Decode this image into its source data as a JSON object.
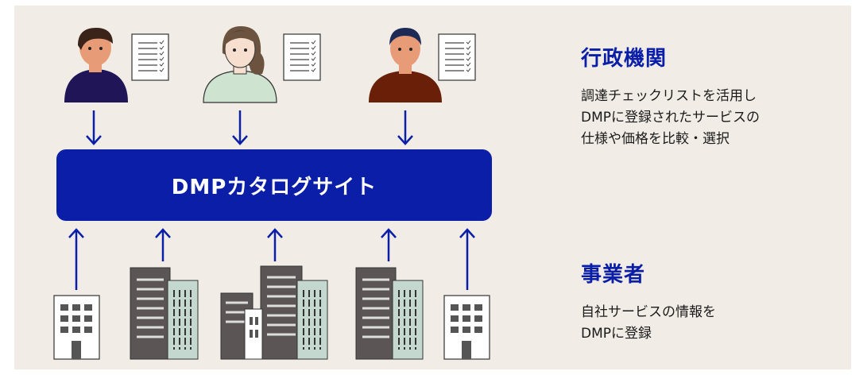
{
  "catalog": {
    "label": "DMPカタログサイト"
  },
  "government": {
    "title": "行政機関",
    "desc_lines": [
      "調達チェックリストを活用し",
      "DMPに登録されたサービスの",
      "仕様や価格を比較・選択"
    ]
  },
  "business": {
    "title": "事業者",
    "desc_lines": [
      "自社サービスの情報を",
      "DMPに登録"
    ]
  },
  "colors": {
    "accent": "#0a1ea8",
    "background": "#f1ede6",
    "building_dark": "#5b5555",
    "building_light": "#c5d8cf",
    "person_navy": "#1f1557",
    "person_mint": "#cfe3d1",
    "person_brown": "#6a2008",
    "skin": "#e89b77"
  }
}
